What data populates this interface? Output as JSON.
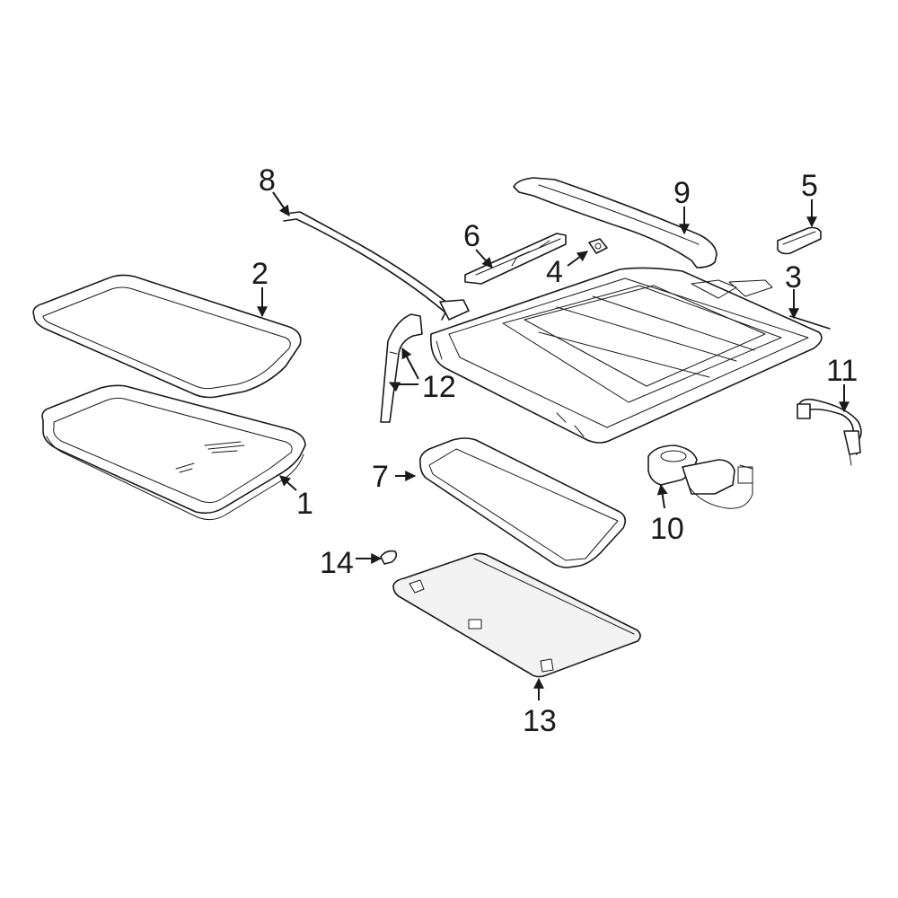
{
  "diagram": {
    "highlight_color": "#2b50b4",
    "line_color": "#1a1a1a",
    "highlighted_part": "9",
    "callouts": [
      {
        "id": "c1",
        "label": "1"
      },
      {
        "id": "c2",
        "label": "2"
      },
      {
        "id": "c3",
        "label": "3"
      },
      {
        "id": "c4",
        "label": "4"
      },
      {
        "id": "c5",
        "label": "5"
      },
      {
        "id": "c6",
        "label": "6"
      },
      {
        "id": "c7",
        "label": "7"
      },
      {
        "id": "c8",
        "label": "8"
      },
      {
        "id": "c9",
        "label": "9"
      },
      {
        "id": "c10",
        "label": "10"
      },
      {
        "id": "c11",
        "label": "11"
      },
      {
        "id": "c12",
        "label": "12"
      },
      {
        "id": "c13",
        "label": "13"
      },
      {
        "id": "c14",
        "label": "14"
      }
    ]
  }
}
